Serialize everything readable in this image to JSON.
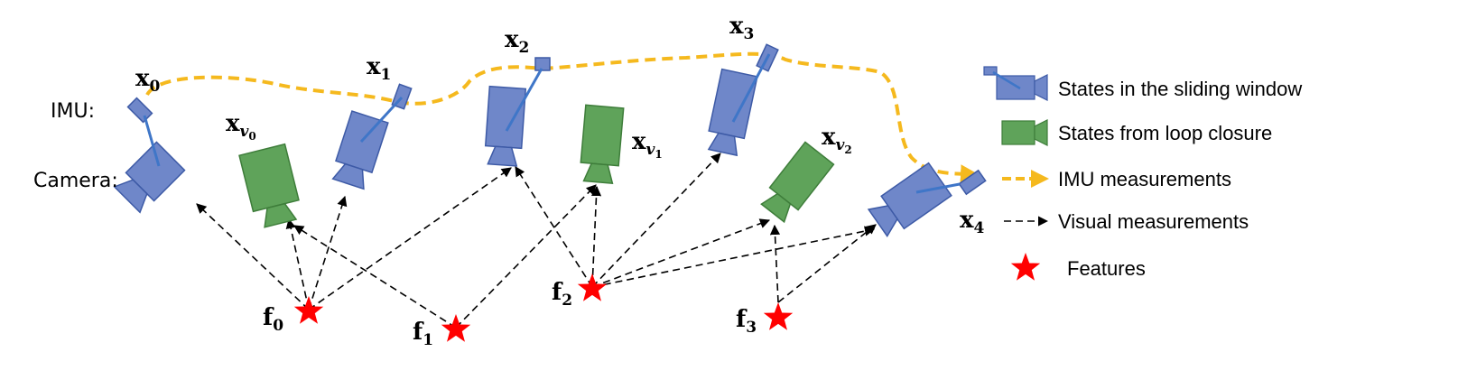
{
  "colors": {
    "blue_fill": "#6f87c9",
    "blue_stroke": "#3d5aa6",
    "blue_axis": "#3f76c8",
    "green_fill": "#5fa35a",
    "green_stroke": "#3e7d3a",
    "imu_line": "#f5b91e",
    "visual_line": "#000000",
    "feature": "#ff0000"
  },
  "labels": {
    "imu": "IMU:",
    "camera": "Camera:"
  },
  "states": [
    {
      "base": "x",
      "sub": "0"
    },
    {
      "base": "x",
      "sub": "1"
    },
    {
      "base": "x",
      "sub": "2"
    },
    {
      "base": "x",
      "sub": "3"
    },
    {
      "base": "x",
      "sub": "4"
    }
  ],
  "loop_states": [
    {
      "base": "x",
      "sub": "v",
      "subsub": "0"
    },
    {
      "base": "x",
      "sub": "v",
      "subsub": "1"
    },
    {
      "base": "x",
      "sub": "v",
      "subsub": "2"
    }
  ],
  "features": [
    {
      "base": "f",
      "sub": "0"
    },
    {
      "base": "f",
      "sub": "1"
    },
    {
      "base": "f",
      "sub": "2"
    },
    {
      "base": "f",
      "sub": "3"
    }
  ],
  "legend": [
    {
      "icon": "sliding-window-camera-icon",
      "text": "States in the sliding window"
    },
    {
      "icon": "loop-closure-camera-icon",
      "text": "States from loop closure"
    },
    {
      "icon": "imu-arrow-icon",
      "text": "IMU measurements"
    },
    {
      "icon": "visual-arrow-icon",
      "text": "Visual measurements"
    },
    {
      "icon": "star-icon",
      "text": "Features"
    }
  ]
}
